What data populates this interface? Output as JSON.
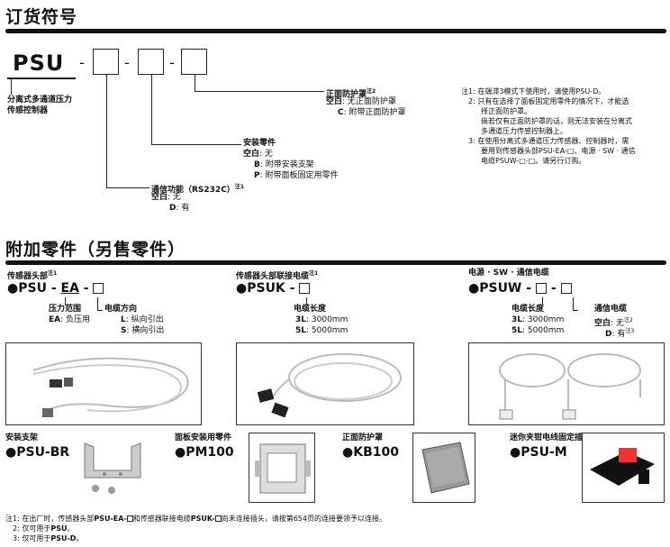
{
  "section1": {
    "title": "订货符号"
  },
  "code": {
    "prefix": "PSU",
    "dash": "-"
  },
  "product_name": {
    "line1": "分离式多通道压力",
    "line2": "传感控制器"
  },
  "option_comm": {
    "title": "通信功能（RS232C）",
    "note": "注1",
    "opt1_code": "空白",
    "opt1_desc": "无",
    "opt2_code": "D",
    "opt2_desc": "有"
  },
  "option_mount": {
    "title": "安装零件",
    "opt1_code": "空白",
    "opt1_desc": "无",
    "opt2_code": "B",
    "opt2_desc": "附带安装支架",
    "opt3_code": "P",
    "opt3_desc": "附带面板固定用零件"
  },
  "option_cover": {
    "title": "正面防护罩",
    "note": "注2",
    "opt1_code": "空白",
    "opt1_desc": "无正面防护罩",
    "opt2_code": "C",
    "opt2_desc": "附带正面防护罩"
  },
  "notes_right": {
    "n1_label": "注1:",
    "n1": "在端滞3模式下使用时，请使用PSU-D。",
    "n2_label": "2:",
    "n2_l1": "只有在选择了面板固定用零件的情况下，才能选",
    "n2_l2": "择正面防护罩。",
    "n2_l3": "倘若仅有正面防护罩的话，则无法安装在分离式",
    "n2_l4": "多通道压力传感控制器上。",
    "n3_label": "3:",
    "n3_l1": "在使用分离式多通道压力传感器、控制器时，需",
    "n3_l2": "要用到传感器头部PSU-EA-□、电源 · SW · 通信",
    "n3_l3": "电缆PSUW-□-□。请另行订购。"
  },
  "section2": {
    "title": "附加零件（另售零件）"
  },
  "part1": {
    "header": "传感器头部",
    "note": "注1",
    "code": "PSU",
    "dash1": "-",
    "ea": "EA",
    "dash2": "-",
    "range_title": "压力范围",
    "range_code": "EA",
    "range_desc": "负压用",
    "dir_title": "电缆方向",
    "dir1_code": "L",
    "dir1_desc": "纵向引出",
    "dir2_code": "S",
    "dir2_desc": "横向引出"
  },
  "part2": {
    "header": "传感器头部联接电缆",
    "note": "注1",
    "code": "PSUK",
    "dash1": "-",
    "len_title": "电缆长度",
    "len1_code": "3L",
    "len1_desc": "3000mm",
    "len2_code": "5L",
    "len2_desc": "5000mm"
  },
  "part3": {
    "header": "电源 · SW · 通信电缆",
    "code": "PSUW",
    "dash1": "-",
    "dash2": "-",
    "len_title": "电缆长度",
    "len1_code": "3L",
    "len1_desc": "3000mm",
    "len2_code": "5L",
    "len2_desc": "5000mm",
    "comm_title": "通信电缆",
    "comm1_code": "空白",
    "comm1_desc": "无",
    "comm1_note": "注2",
    "comm2_code": "D",
    "comm2_desc": "有",
    "comm2_note": "注3"
  },
  "acc1": {
    "header": "安装支架",
    "code": "PSU-BR"
  },
  "acc2": {
    "header": "面板安装用零件",
    "code": "PM100"
  },
  "acc3": {
    "header": "正面防护罩",
    "code": "KB100"
  },
  "acc4": {
    "header": "迷你夹钳电线固定插头",
    "code": "PSU-M"
  },
  "footnotes": {
    "f1_label": "注1:",
    "f1_a": "在出厂时，传感器头部",
    "f1_b": "PSU-EA-",
    "f1_c": "和传感器联接电缆",
    "f1_d": "PSUK-",
    "f1_e": "尚未连接插头，请按第654页的连接要领予以连接。",
    "f2_label": "2:",
    "f2_a": "仅可用于",
    "f2_b": "PSU",
    "f2_c": "。",
    "f3_label": "3:",
    "f3_a": "仅可用于",
    "f3_b": "PSU-D",
    "f3_c": "。"
  }
}
